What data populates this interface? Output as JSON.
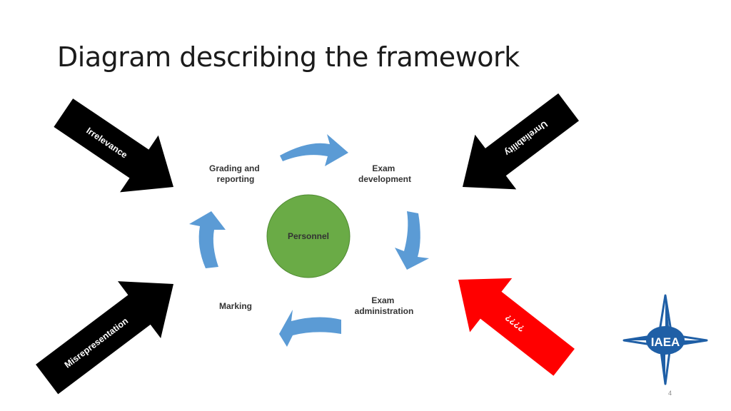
{
  "slide": {
    "title": "Diagram describing the framework",
    "page_number": "4"
  },
  "diagram": {
    "center": {
      "label": "Personnel",
      "color": "#6aab46"
    },
    "cycle_arrow_color": "#5b9bd5",
    "cycle_nodes": [
      {
        "lines": [
          "Grading and",
          "reporting"
        ]
      },
      {
        "lines": [
          "Exam",
          "development"
        ]
      },
      {
        "lines": [
          "Exam",
          "administration"
        ]
      },
      {
        "lines": [
          "Marking"
        ]
      }
    ],
    "threat_arrows": [
      {
        "label": "Irrelevance",
        "color": "#000000"
      },
      {
        "label": "Unreliability",
        "color": "#000000"
      },
      {
        "label": "Misrepresentation",
        "color": "#000000"
      },
      {
        "label": "????",
        "color": "#ff0000"
      }
    ]
  },
  "logo": {
    "text": "IAEA",
    "icon": "iaea-logo-icon",
    "color": "#1f5fa6"
  }
}
